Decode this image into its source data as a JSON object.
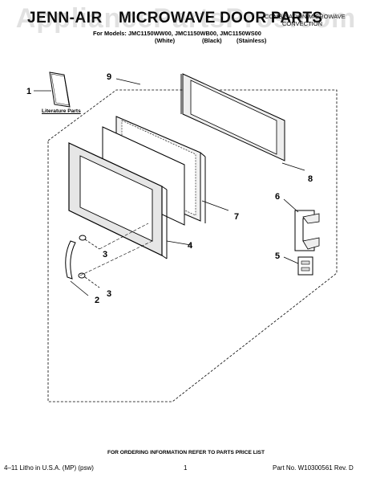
{
  "header": {
    "brand": "JENN-AIR",
    "title": "MICROWAVE DOOR PARTS",
    "subtitle_line1": "COMBINATION MICROWAVE",
    "subtitle_line2": "CONVECTION",
    "models_line": "For Models: JMC1150WW00, JMC1150WB00, JMC1150WS00",
    "model_white": "(White)",
    "model_black": "(Black)",
    "model_stainless": "(Stainless)"
  },
  "watermark": "AppliancePartsPros.com",
  "diagram": {
    "literature_label": "Literature Parts",
    "callouts": [
      "1",
      "2",
      "3",
      "3",
      "4",
      "5",
      "6",
      "7",
      "8",
      "9"
    ]
  },
  "footer": {
    "ordering_note": "FOR ORDERING INFORMATION REFER TO PARTS PRICE LIST",
    "litho": "4–11 Litho in U.S.A. (MP) (psw)",
    "page": "1",
    "part_no": "Part No. W10300561 Rev. D"
  }
}
